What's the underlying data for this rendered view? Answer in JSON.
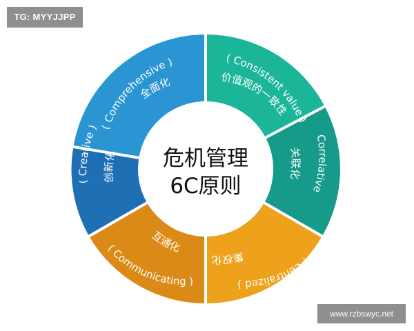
{
  "watermark": {
    "top_left": "TG: MYYJJPP",
    "bottom_right": "www.rzbswyc.net"
  },
  "diagram": {
    "center": {
      "line1": "危机管理",
      "line2": "6C原则"
    },
    "segments": [
      {
        "id": "comprehensive",
        "en": "( Comprehensive )",
        "zh": "全面化",
        "color": "#2b95d4"
      },
      {
        "id": "consistent",
        "en": "( Consistent value )",
        "zh": "价值观的一致性",
        "color": "#1bb59a"
      },
      {
        "id": "correlative",
        "en": "( Correlative )",
        "zh": "关联化",
        "color": "#169a89"
      },
      {
        "id": "centralized",
        "en": "( Centralized )",
        "zh": "集权化",
        "color": "#eea21b"
      },
      {
        "id": "communicating",
        "en": "( Communicating )",
        "zh": "互通化",
        "color": "#dc8a17"
      },
      {
        "id": "creative",
        "en": "( Creative )",
        "zh": "创新化",
        "color": "#1f6fb5"
      }
    ]
  }
}
